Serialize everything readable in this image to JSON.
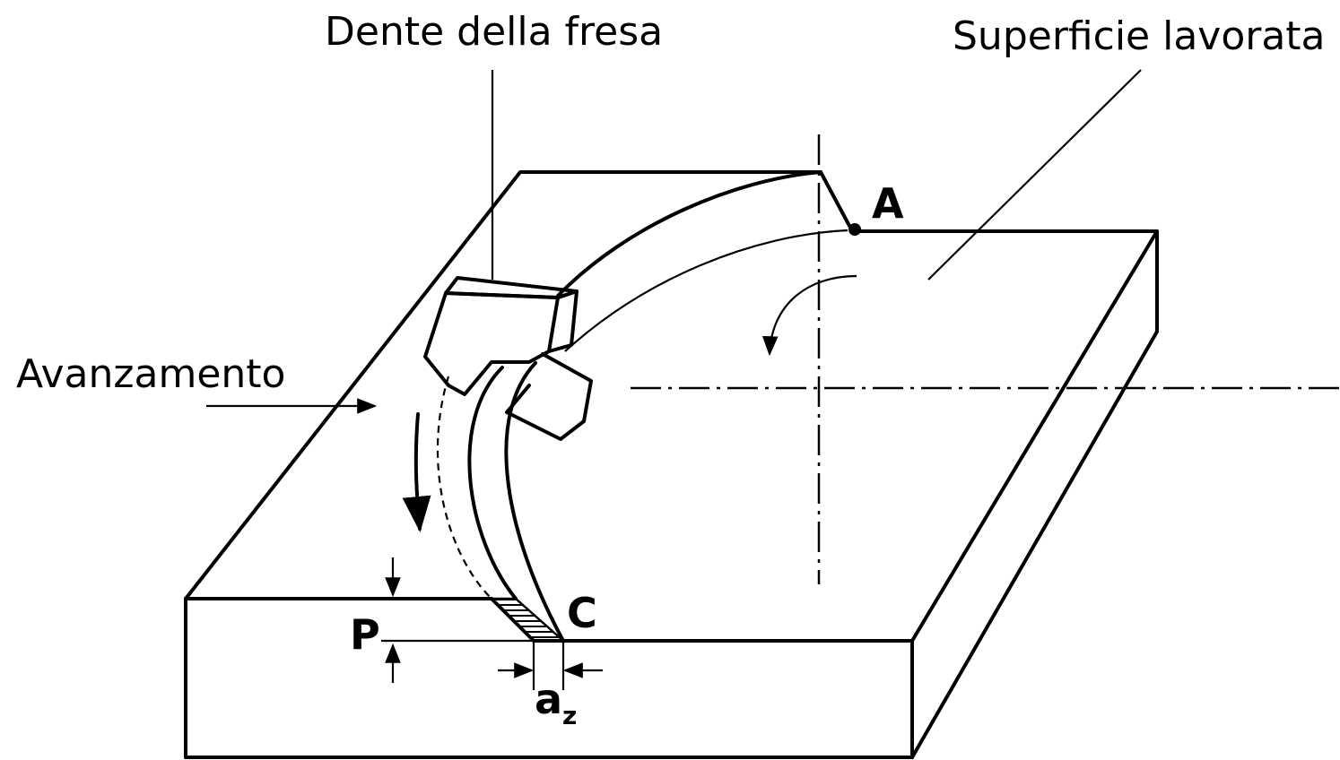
{
  "labels": {
    "cutter_tooth": "Dente della fresa",
    "machined_surface": "Superficie lavorata",
    "feed": "Avanzamento",
    "point_a": "A",
    "point_c": "C",
    "depth_p": "P",
    "feed_per_tooth_main": "a",
    "feed_per_tooth_sub": "z"
  },
  "colors": {
    "stroke": "#000000",
    "background": "#ffffff"
  }
}
